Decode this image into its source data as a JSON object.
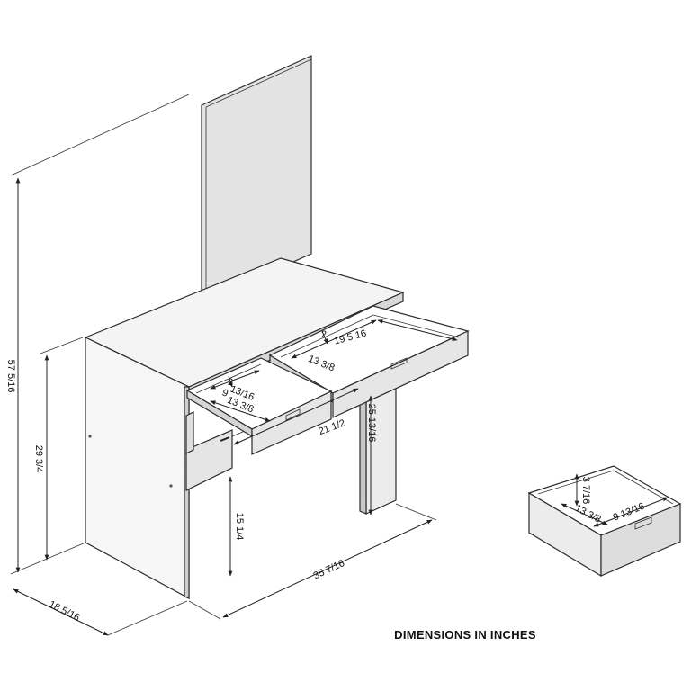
{
  "caption": "DIMENSIONS IN INCHES",
  "dimensions": {
    "total_height": "57 5/16",
    "desk_height": "29 3/4",
    "depth": "18 5/16",
    "width": "35 7/16",
    "knee_height": "15 1/4",
    "knee_width": "21 1/2",
    "knee_depth": "25 13/16",
    "right_drawer_depth": "19 5/16",
    "right_drawer_width": "13 3/8",
    "right_drawer_height": "2",
    "left_drawer_depth": "13/16",
    "left_drawer_height": "2",
    "left_drawer_width_a": "9",
    "left_drawer_width_b": "13 3/8",
    "detail_height": "3 7/16",
    "detail_width": "13 3/8",
    "detail_depth": "9 13/16"
  },
  "colors": {
    "light": "#f5f5f5",
    "mid": "#dcdcdc",
    "dark": "#c4c4c4",
    "line": "#222222"
  }
}
